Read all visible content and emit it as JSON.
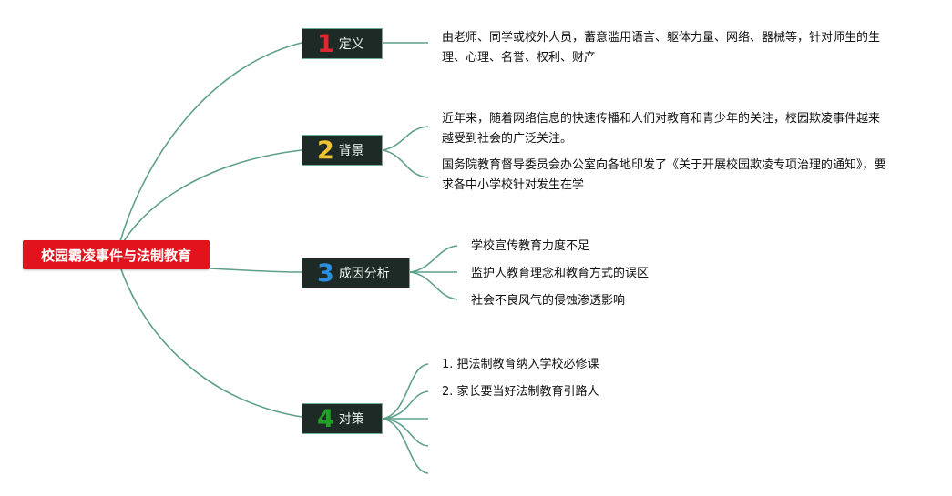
{
  "colors": {
    "root_bg": "#e2131c",
    "branch_bg": "#1d2a25",
    "line": "#5f9f8c",
    "num1": "#e0262f",
    "num2": "#f1c232",
    "num3": "#2a8fe0",
    "num4": "#21a025"
  },
  "root": {
    "label": "校园霸凌事件与法制教育"
  },
  "branches": [
    {
      "num": "1",
      "label": "定义",
      "items": [
        "由老师、同学或校外人员，蓄意滥用语言、躯体力量、网络、器械等，针对师生的生理、心理、名誉、权利、财产"
      ]
    },
    {
      "num": "2",
      "label": "背景",
      "items": [
        "近年来，随着网络信息的快速传播和人们对教育和青少年的关注，校园欺凌事件越来越受到社会的广泛关注。",
        "国务院教育督导委员会办公室向各地印发了《关于开展校园欺凌专项治理的通知》，要求各中小学校针对发生在学"
      ]
    },
    {
      "num": "3",
      "label": "成因分析",
      "items": [
        "学校宣传教育力度不足",
        "监护人教育理念和教育方式的误区",
        "社会不良风气的侵蚀渗透影响"
      ]
    },
    {
      "num": "4",
      "label": "对策",
      "items": [
        "1. 把法制教育纳入学校必修课",
        "2. 家长要当好法制教育引路人"
      ]
    }
  ]
}
